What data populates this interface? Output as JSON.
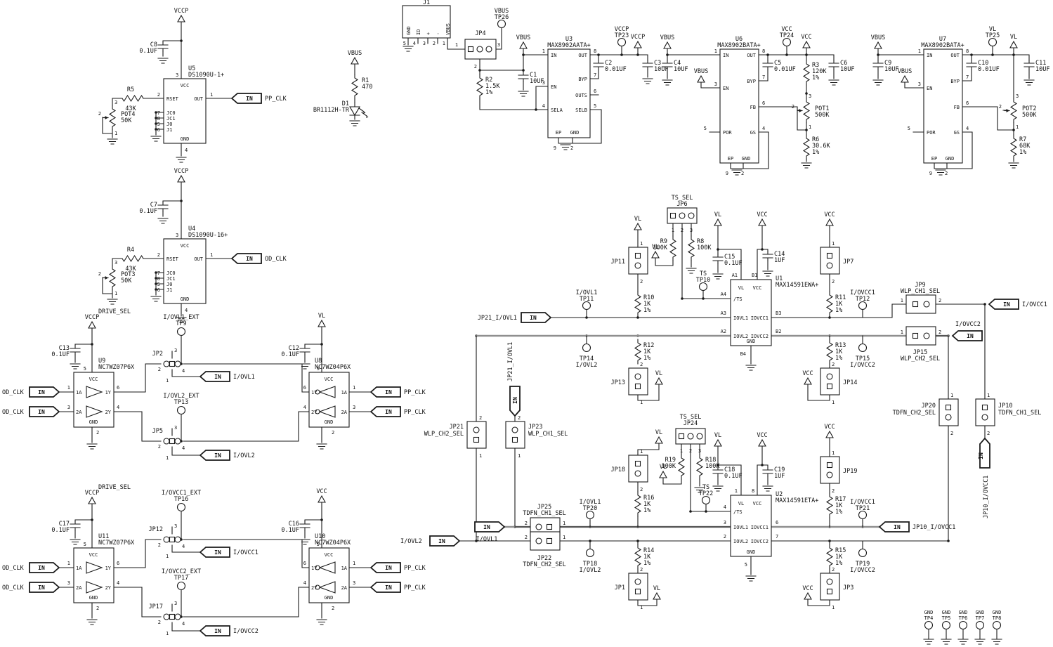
{
  "nets": {
    "vccp": "VCCP",
    "vcc": "VCC",
    "vl": "VL",
    "vbus": "VBUS",
    "gnd": "GND",
    "id": "ID",
    "plus": "+",
    "minus": "-",
    "ppclk": "PP_CLK",
    "odclk": "OD_CLK",
    "in": "IN",
    "ts": "TS",
    "tssel": "TS_SEL",
    "drivesel": "DRIVE_SEL",
    "iovl1": "I/OVL1",
    "iovl2": "I/OVL2",
    "iovcc1": "I/OVCC1",
    "iovcc2": "I/OVCC2",
    "iovl1e": "I/OVL1_EXT",
    "iovl2e": "I/OVL2_EXT",
    "iovcc1e": "I/OVCC1_EXT",
    "iovcc2e": "I/OVCC2_EXT",
    "jp21ovl1": "JP21_I/OVL1",
    "jp10ovcc1": "JP10_I/OVCC1"
  },
  "sels": {
    "wlp1": "WLP_CH1_SEL",
    "wlp2": "WLP_CH2_SEL",
    "tdfn1": "TDFN_CH1_SEL",
    "tdfn2": "TDFN_CH2_SEL"
  },
  "vals": {
    "c01": "0.1UF",
    "c001": "0.01UF",
    "c1uf": "1UF",
    "c10uf": "10UF",
    "r470": "470",
    "r15k": "1.5K",
    "r1k": "1K",
    "r43k": "43K",
    "r50k": "50K",
    "r68k": "68K",
    "r100k": "100K",
    "r120k": "120K",
    "r306k": "30.6K",
    "r500k": "500K",
    "pct": "1%"
  },
  "num": {
    "1": "1",
    "2": "2",
    "3": "3",
    "4": "4",
    "5": "5",
    "6": "6",
    "7": "7",
    "8": "8",
    "9": "9"
  },
  "refs": {
    "u1": "U1",
    "u2": "U2",
    "u3": "U3",
    "u4": "U4",
    "u5": "U5",
    "u6": "U6",
    "u7": "U7",
    "u8": "U8",
    "u9": "U9",
    "u10": "U10",
    "u11": "U11",
    "c1": "C1",
    "c2": "C2",
    "c3": "C3",
    "c4": "C4",
    "c5": "C5",
    "c6": "C6",
    "c7": "C7",
    "c8": "C8",
    "c9": "C9",
    "c10": "C10",
    "c11": "C11",
    "c12": "C12",
    "c13": "C13",
    "c14": "C14",
    "c15": "C15",
    "c16": "C16",
    "c17": "C17",
    "c18": "C18",
    "c19": "C19",
    "r1": "R1",
    "r2": "R2",
    "r3": "R3",
    "r4": "R4",
    "r5": "R5",
    "r6": "R6",
    "r7": "R7",
    "r8": "R8",
    "r9": "R9",
    "r10": "R10",
    "r11": "R11",
    "r12": "R12",
    "r13": "R13",
    "r14": "R14",
    "r15": "R15",
    "r16": "R16",
    "r17": "R17",
    "r18": "R18",
    "r19": "R19",
    "pot1": "POT1",
    "pot2": "POT2",
    "pot3": "POT3",
    "pot4": "POT4",
    "d1": "D1",
    "j1": "J1",
    "jp1": "JP1",
    "jp2": "JP2",
    "jp3": "JP3",
    "jp4": "JP4",
    "jp5": "JP5",
    "jp6": "JP6",
    "jp7": "JP7",
    "jp9": "JP9",
    "jp10": "JP10",
    "jp11": "JP11",
    "jp12": "JP12",
    "jp13": "JP13",
    "jp14": "JP14",
    "jp15": "JP15",
    "jp17": "JP17",
    "jp18": "JP18",
    "jp19": "JP19",
    "jp20": "JP20",
    "jp21": "JP21",
    "jp22": "JP22",
    "jp23": "JP23",
    "jp24": "JP24",
    "jp25": "JP25",
    "tp4": "TP4",
    "tp5": "TP5",
    "tp6": "TP6",
    "tp7": "TP7",
    "tp8": "TP8",
    "tp9": "TP9",
    "tp10": "TP10",
    "tp11": "TP11",
    "tp12": "TP12",
    "tp13": "TP13",
    "tp14": "TP14",
    "tp15": "TP15",
    "tp16": "TP16",
    "tp17": "TP17",
    "tp18": "TP18",
    "tp19": "TP19",
    "tp20": "TP20",
    "tp21": "TP21",
    "tp22": "TP22",
    "tp23": "TP23",
    "tp24": "TP24",
    "tp25": "TP25",
    "tp26": "TP26"
  },
  "parts": {
    "ds1": "DS1090U-1+",
    "ds16": "DS1090U-16+",
    "m8902a": "MAX8902AATA+",
    "m8902b": "MAX8902BATA+",
    "wz07": "NC7WZ07P6X",
    "wz04": "NC7WZ04P6X",
    "m14591w": "MAX14591EWA+",
    "m14591t": "MAX14591ETA+",
    "led": "BR1112H-TR"
  },
  "pins": {
    "vcc": "VCC",
    "gnd": "GND",
    "vl": "VL",
    "in": "IN",
    "out": "OUT",
    "byp": "BYP",
    "outs": "OUTS",
    "en": "EN",
    "sela": "SELA",
    "selb": "SELB",
    "ep": "EP",
    "fb": "FB",
    "por": "POR",
    "gs": "GS",
    "rset": "RSET",
    "ts": "/TS",
    "iovl1": "IOVL1",
    "iovl2": "IOVL2",
    "iovcc1": "IOVCC1",
    "iovcc2": "IOVCC2",
    "jc0": "JC0",
    "jc1": "JC1",
    "j0": "J0",
    "j1": "J1",
    "a1": "A1",
    "a2": "A2",
    "a3": "A3",
    "a4": "A4",
    "b1": "B1",
    "b2": "B2",
    "b3": "B3",
    "b4": "B4",
    "x1a": "1A",
    "x1y": "1Y",
    "x2a": "2A",
    "x2y": "2Y"
  }
}
